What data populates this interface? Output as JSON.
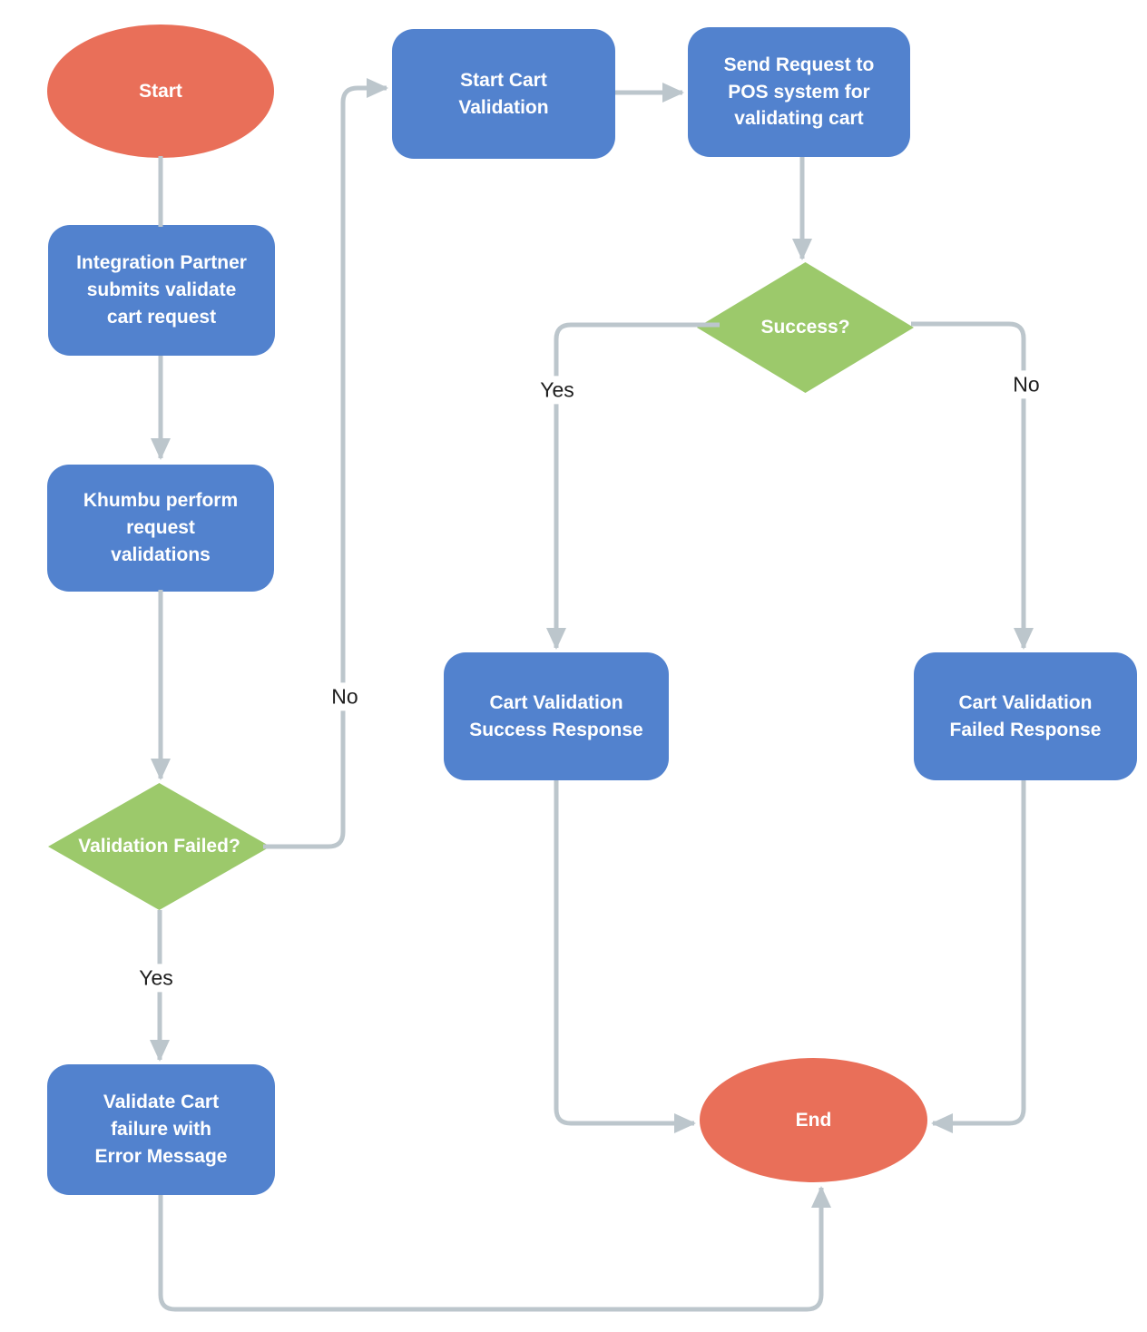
{
  "diagram": {
    "type": "flowchart",
    "background": "#FFFFFF",
    "colors": {
      "process_fill": "#5282CE",
      "decision_fill": "#9CC96B",
      "terminator_fill": "#E96F59",
      "connector": "#BCC6CC",
      "node_text": "#FFFFFF",
      "edge_label_text": "#1D1D1D"
    },
    "nodes": [
      {
        "id": "start",
        "shape": "terminator-ellipse",
        "label": "Start"
      },
      {
        "id": "integration-partner-submit",
        "shape": "process",
        "label": "Integration Partner\nsubmits validate\ncart request"
      },
      {
        "id": "khumbu-request-validations",
        "shape": "process",
        "label": "Khumbu perform\nrequest\nvalidations"
      },
      {
        "id": "validation-failed-decision",
        "shape": "decision",
        "label": "Validation Failed?"
      },
      {
        "id": "validate-cart-failure",
        "shape": "process",
        "label": "Validate Cart\nfailure with\nError Message"
      },
      {
        "id": "start-cart-validation",
        "shape": "process",
        "label": "Start Cart\nValidation"
      },
      {
        "id": "send-request-pos",
        "shape": "process",
        "label": "Send Request to\nPOS system for\nvalidating cart"
      },
      {
        "id": "success-decision",
        "shape": "decision",
        "label": "Success?"
      },
      {
        "id": "cart-validation-success-response",
        "shape": "process",
        "label": "Cart Validation\nSuccess Response"
      },
      {
        "id": "cart-validation-failed-response",
        "shape": "process",
        "label": "Cart Validation\nFailed Response"
      },
      {
        "id": "end",
        "shape": "terminator-ellipse",
        "label": "End"
      }
    ],
    "edge_labels": [
      {
        "id": "validation-failed-no",
        "text": "No"
      },
      {
        "id": "validation-failed-yes",
        "text": "Yes"
      },
      {
        "id": "success-yes",
        "text": "Yes"
      },
      {
        "id": "success-no",
        "text": "No"
      }
    ]
  }
}
